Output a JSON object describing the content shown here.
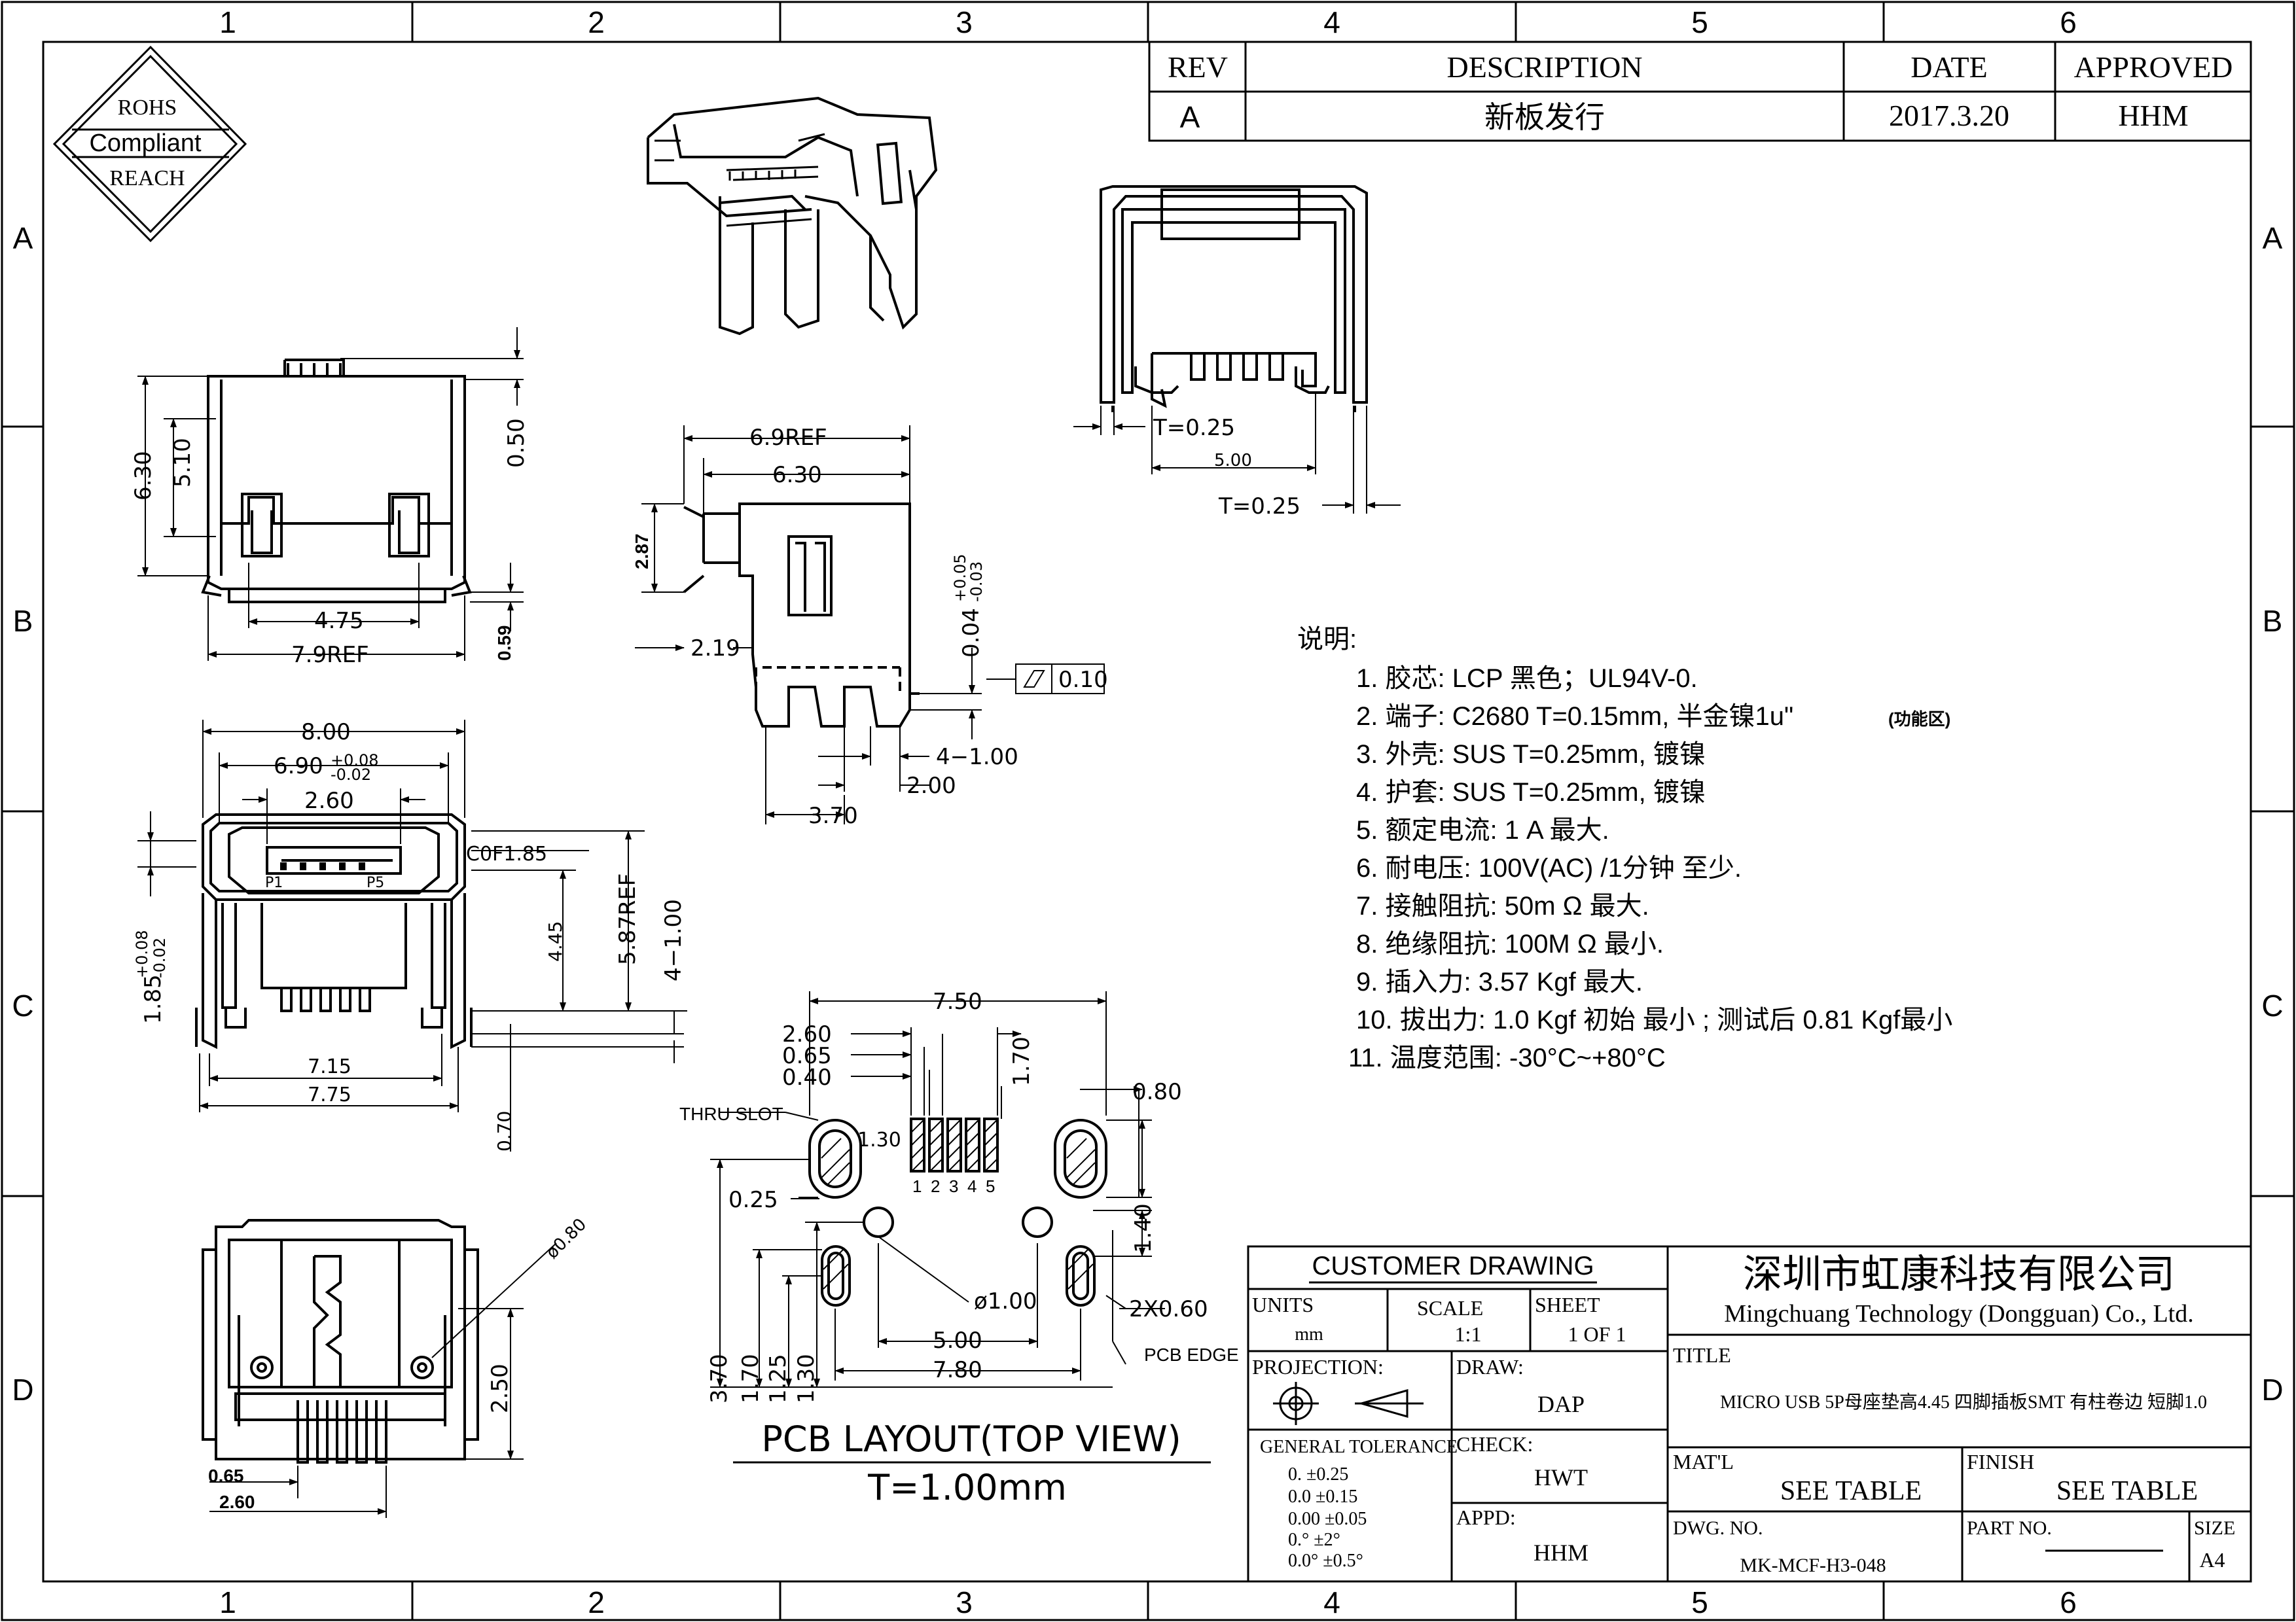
{
  "grid": {
    "columns": [
      "1",
      "2",
      "3",
      "4",
      "5",
      "6"
    ],
    "rows": [
      "A",
      "B",
      "C",
      "D"
    ]
  },
  "rohs": {
    "top": "ROHS",
    "middle": "Compliant",
    "bottom": "REACH"
  },
  "revision": {
    "headers": {
      "rev": "REV",
      "description": "DESCRIPTION",
      "date": "DATE",
      "approved": "APPROVED"
    },
    "row": {
      "rev": "A",
      "description": "新板发行",
      "date": "2017.3.20",
      "approved": "HHM"
    }
  },
  "dims": {
    "front": {
      "d630": "6.30",
      "d510": "5.10",
      "d050": "0.50",
      "d475": "4.75",
      "d79ref": "7.9REF",
      "d059": "0.59"
    },
    "side": {
      "d69ref": "6.9REF",
      "d630": "6.30",
      "d287": "2.87",
      "d219": "2.19",
      "d004": "0.04",
      "d004_plus": "+0.05",
      "d004_minus": "-0.03",
      "flatness": "0.10",
      "d4x100": "4−1.00",
      "d200": "2.00",
      "d370": "3.70"
    },
    "end": {
      "t025a": "T=0.25",
      "d500": "5.00",
      "t025b": "T=0.25"
    },
    "bottom": {
      "d800": "8.00",
      "d690": "6.90",
      "d690_plus": "+0.08",
      "d690_minus": "-0.02",
      "d260": "2.60",
      "c185": "C0F1.85",
      "d185": "1.85",
      "d185_plus": "+0.08",
      "d185_minus": "-0.02",
      "d445": "4.45",
      "d587ref": "5.87REF",
      "d4x100": "4−1.00",
      "d715": "7.15",
      "d775": "7.75",
      "d070": "0.70",
      "p1": "P1",
      "p5": "P5"
    },
    "rear": {
      "d080": "ø0.80",
      "d250": "2.50",
      "d065": "0.65",
      "d260": "2.60"
    },
    "pcb": {
      "d750": "7.50",
      "d260": "2.60",
      "d065": "0.65",
      "d040": "0.40",
      "d170": "1.70",
      "d080": "0.80",
      "d130": "1.30",
      "thru": "THRU SLOT",
      "d025": "0.25",
      "d140": "1.40",
      "d100": "ø1.00",
      "d2x060": "2X0.60",
      "pcbedge": "PCB EDGE",
      "d500": "5.00",
      "d780": "7.80",
      "d370": "3.70",
      "d170b": "1.70",
      "d125": "1.25",
      "d130b": "1.30",
      "pins": [
        "1",
        "2",
        "3",
        "4",
        "5"
      ]
    }
  },
  "pcb_title": {
    "title": "PCB LAYOUT(TOP VIEW)",
    "thickness": "T=1.00mm"
  },
  "notes": {
    "heading": "说明:",
    "items": [
      "1. 胶芯:  LCP   黑色；UL94V-0.",
      "2. 端子:  C2680   T=0.15mm,  半金镍1u\"",
      "3. 外壳:  SUS  T=0.25mm, 镀镍",
      "4. 护套:  SUS  T=0.25mm, 镀镍",
      "5. 额定电流:  1 A 最大.",
      "6. 耐电压:  100V(AC)  /1分钟  至少.",
      "7. 接触阻抗:  50m Ω  最大.",
      "8. 绝缘阻抗:  100M  Ω  最小.",
      "9. 插入力:  3.57 Kgf 最大.",
      "10. 拔出力:  1.0 Kgf 初始  最小 ; 测试后   0.81 Kgf最小",
      "11. 温度范围:  -30°C~+80°C"
    ],
    "item2_suffix": "(功能区)"
  },
  "title_block": {
    "customer_drawing": "CUSTOMER  DRAWING",
    "company_cn": "深圳市虹康科技有限公司",
    "company_en": "Mingchuang Technology (Dongguan) Co., Ltd.",
    "units_label": "UNITS",
    "units_value": "mm",
    "scale_label": "SCALE",
    "scale_value": "1:1",
    "sheet_label": "SHEET",
    "sheet_value": "1 OF 1",
    "title_label": "TITLE",
    "title_value": "MICRO USB 5P母座垫高4.45 四脚插板SMT 有柱卷边 短脚1.0",
    "projection_label": "PROJECTION:",
    "draw_label": "DRAW:",
    "draw_value": "DAP",
    "check_label": "CHECK:",
    "check_value": "HWT",
    "appd_label": "APPD:",
    "appd_value": "HHM",
    "tolerance_label": "GENERAL  TOLERANCE",
    "tolerances": [
      "0.    ±0.25",
      "0.0   ±0.15",
      "0.00  ±0.05",
      "0.°   ±2°",
      "0.0°  ±0.5°"
    ],
    "matl_label": "MAT'L",
    "matl_value": "SEE  TABLE",
    "finish_label": "FINISH",
    "finish_value": "SEE  TABLE",
    "dwg_label": "DWG. NO.",
    "dwg_value": "MK-MCF-H3-048",
    "part_label": "PART  NO.",
    "size_label": "SIZE",
    "size_value": "A4"
  }
}
